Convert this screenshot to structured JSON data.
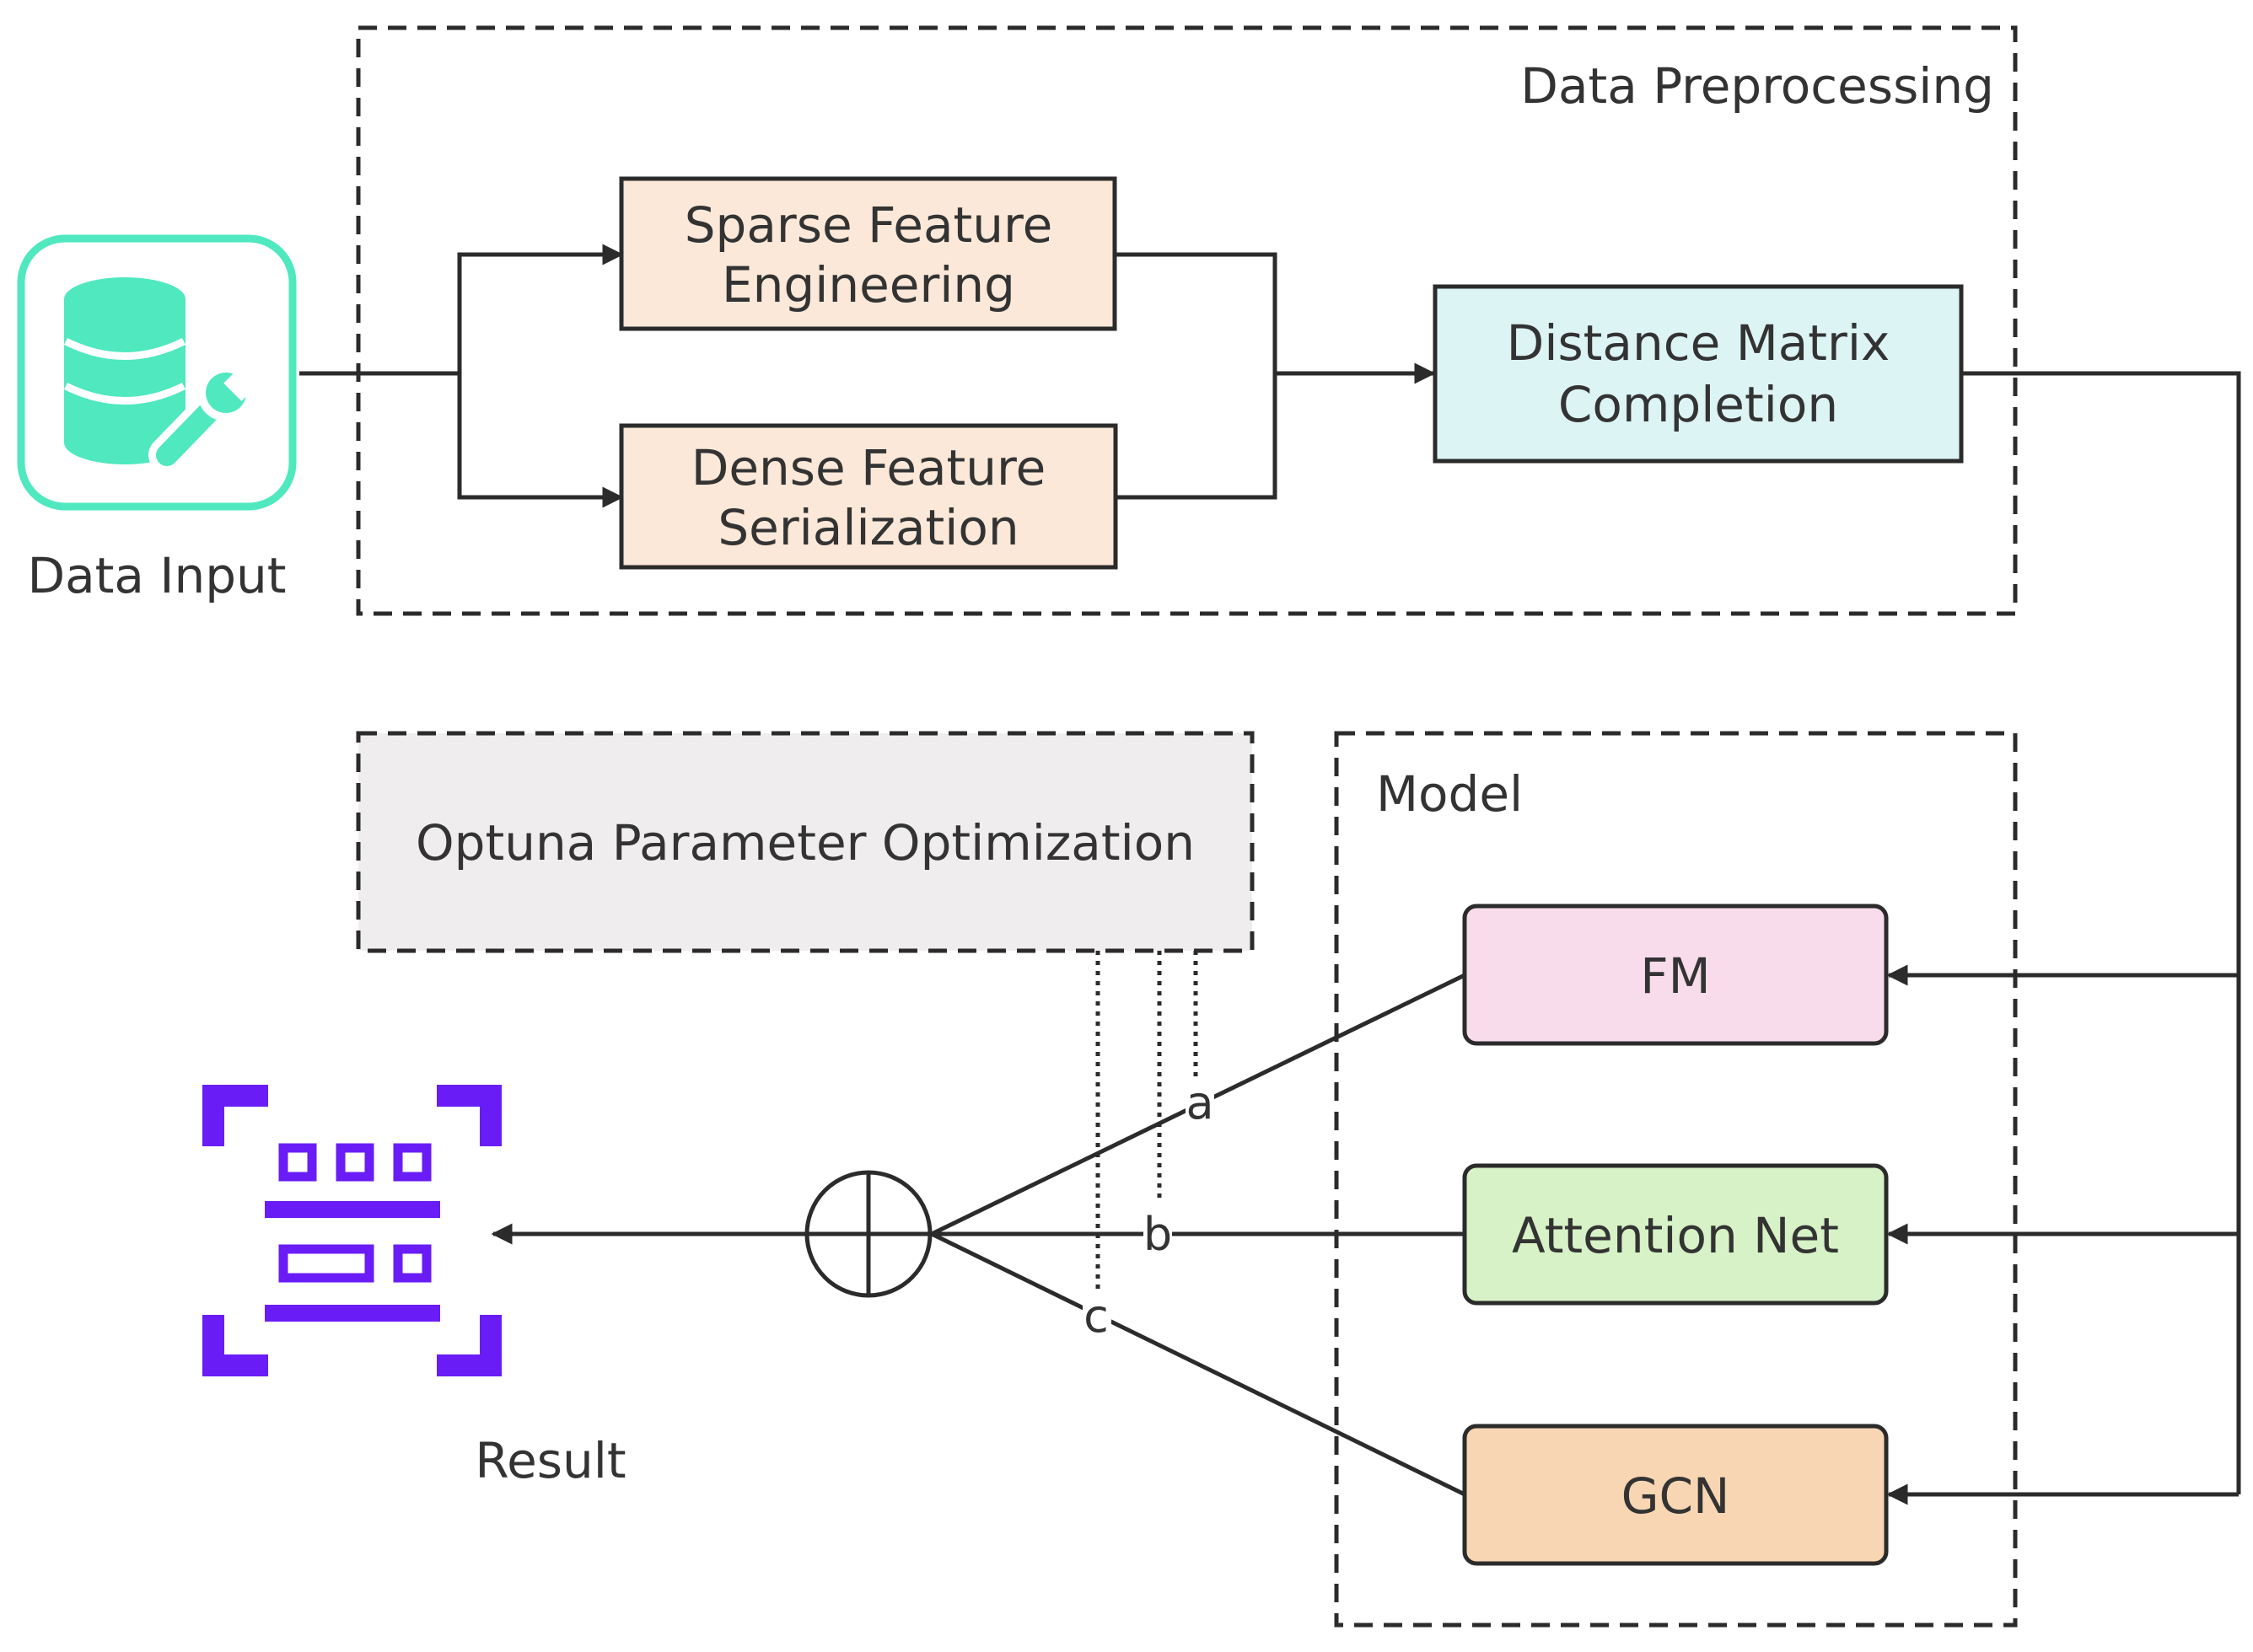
{
  "groups": {
    "preprocessing": "Data Preprocessing",
    "model": "Model"
  },
  "nodes": {
    "data_input": "Data Input",
    "sparse_line1": "Sparse Feature",
    "sparse_line2": "Engineering",
    "dense_line1": "Dense Feature",
    "dense_line2": "Serialization",
    "distance_line1": "Distance Matrix",
    "distance_line2": "Completion",
    "optuna": "Optuna Parameter Optimization",
    "fm": "FM",
    "attention": "Attention Net",
    "gcn": "GCN",
    "result": "Result"
  },
  "edge_labels": {
    "a": "a",
    "b": "b",
    "c": "c"
  },
  "colors": {
    "sparse_fill": "#FBE8D8",
    "dense_fill": "#FBE8D8",
    "distance_fill": "#DDF4F5",
    "optuna_fill": "#EFEDED",
    "fm_fill": "#F9DCEC",
    "attention_fill": "#D6F2C6",
    "gcn_fill": "#F8D6B3",
    "data_input_icon": "#4FE8BF",
    "result_icon": "#6A1CF6",
    "stroke": "#2B2B2B"
  },
  "icons": {
    "data_input": "database-wrench-icon",
    "result": "scan-document-icon",
    "combiner": "circled-plus-icon"
  }
}
